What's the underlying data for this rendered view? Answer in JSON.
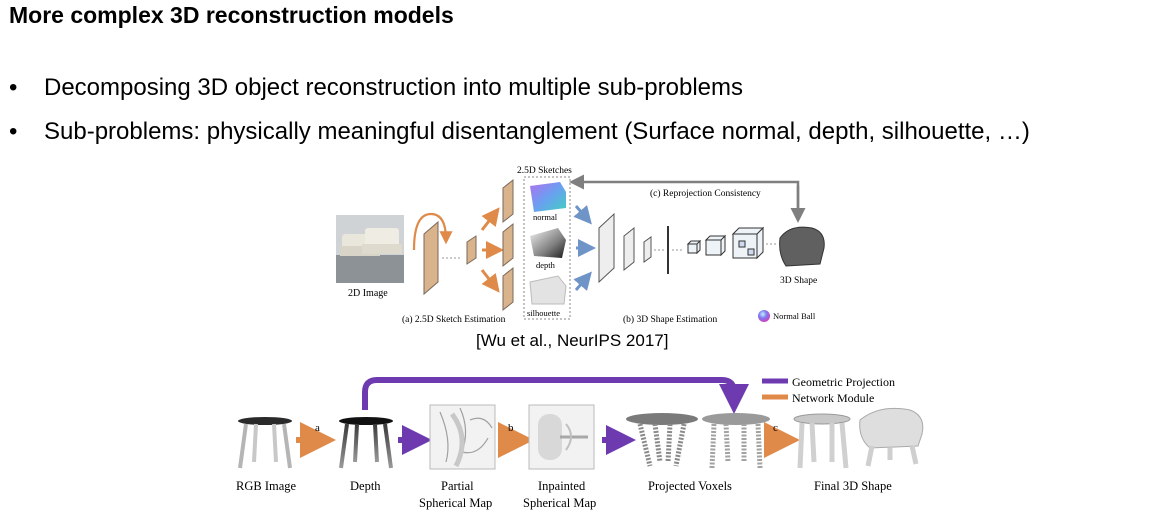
{
  "slide": {
    "title": "More complex 3D reconstruction models",
    "bullets": [
      "Decomposing 3D object reconstruction into multiple sub-problems",
      "Sub-problems: physically meaningful disentanglement (Surface normal, depth, silhouette, …)"
    ],
    "bullet_glyph": "•"
  },
  "figure1": {
    "header": "2.5D Sketches",
    "label_normal": "normal",
    "label_depth": "depth",
    "label_silhouette": "silhouette",
    "label_reprojection": "(c) Reprojection Consistency",
    "label_2d_image": "2D Image",
    "label_sketch_est": "(a) 2.5D Sketch Estimation",
    "label_shape_est": "(b) 3D Shape Estimation",
    "label_3d_shape": "3D Shape",
    "label_normal_ball": "Normal Ball",
    "citation": "[Wu et al., NeurIPS 2017]",
    "colors": {
      "feature_map": "#d9b38c",
      "arrow_orange": "#e08a4a",
      "arrow_blue": "#6f94c8",
      "gray_arrow": "#7f7f7f"
    }
  },
  "figure2": {
    "legend_geometric": "Geometric Projection",
    "legend_network": "Network Module",
    "step_a": "a",
    "step_b": "b",
    "step_c": "c",
    "label_rgb": "RGB Image",
    "label_depth": "Depth",
    "label_partial_1": "Partial",
    "label_partial_2": "Spherical Map",
    "label_inpainted_1": "Inpainted",
    "label_inpainted_2": "Spherical Map",
    "label_projected": "Projected Voxels",
    "label_final": "Final 3D Shape",
    "colors": {
      "purple": "#6e3ab0",
      "orange": "#e08a4a"
    }
  }
}
